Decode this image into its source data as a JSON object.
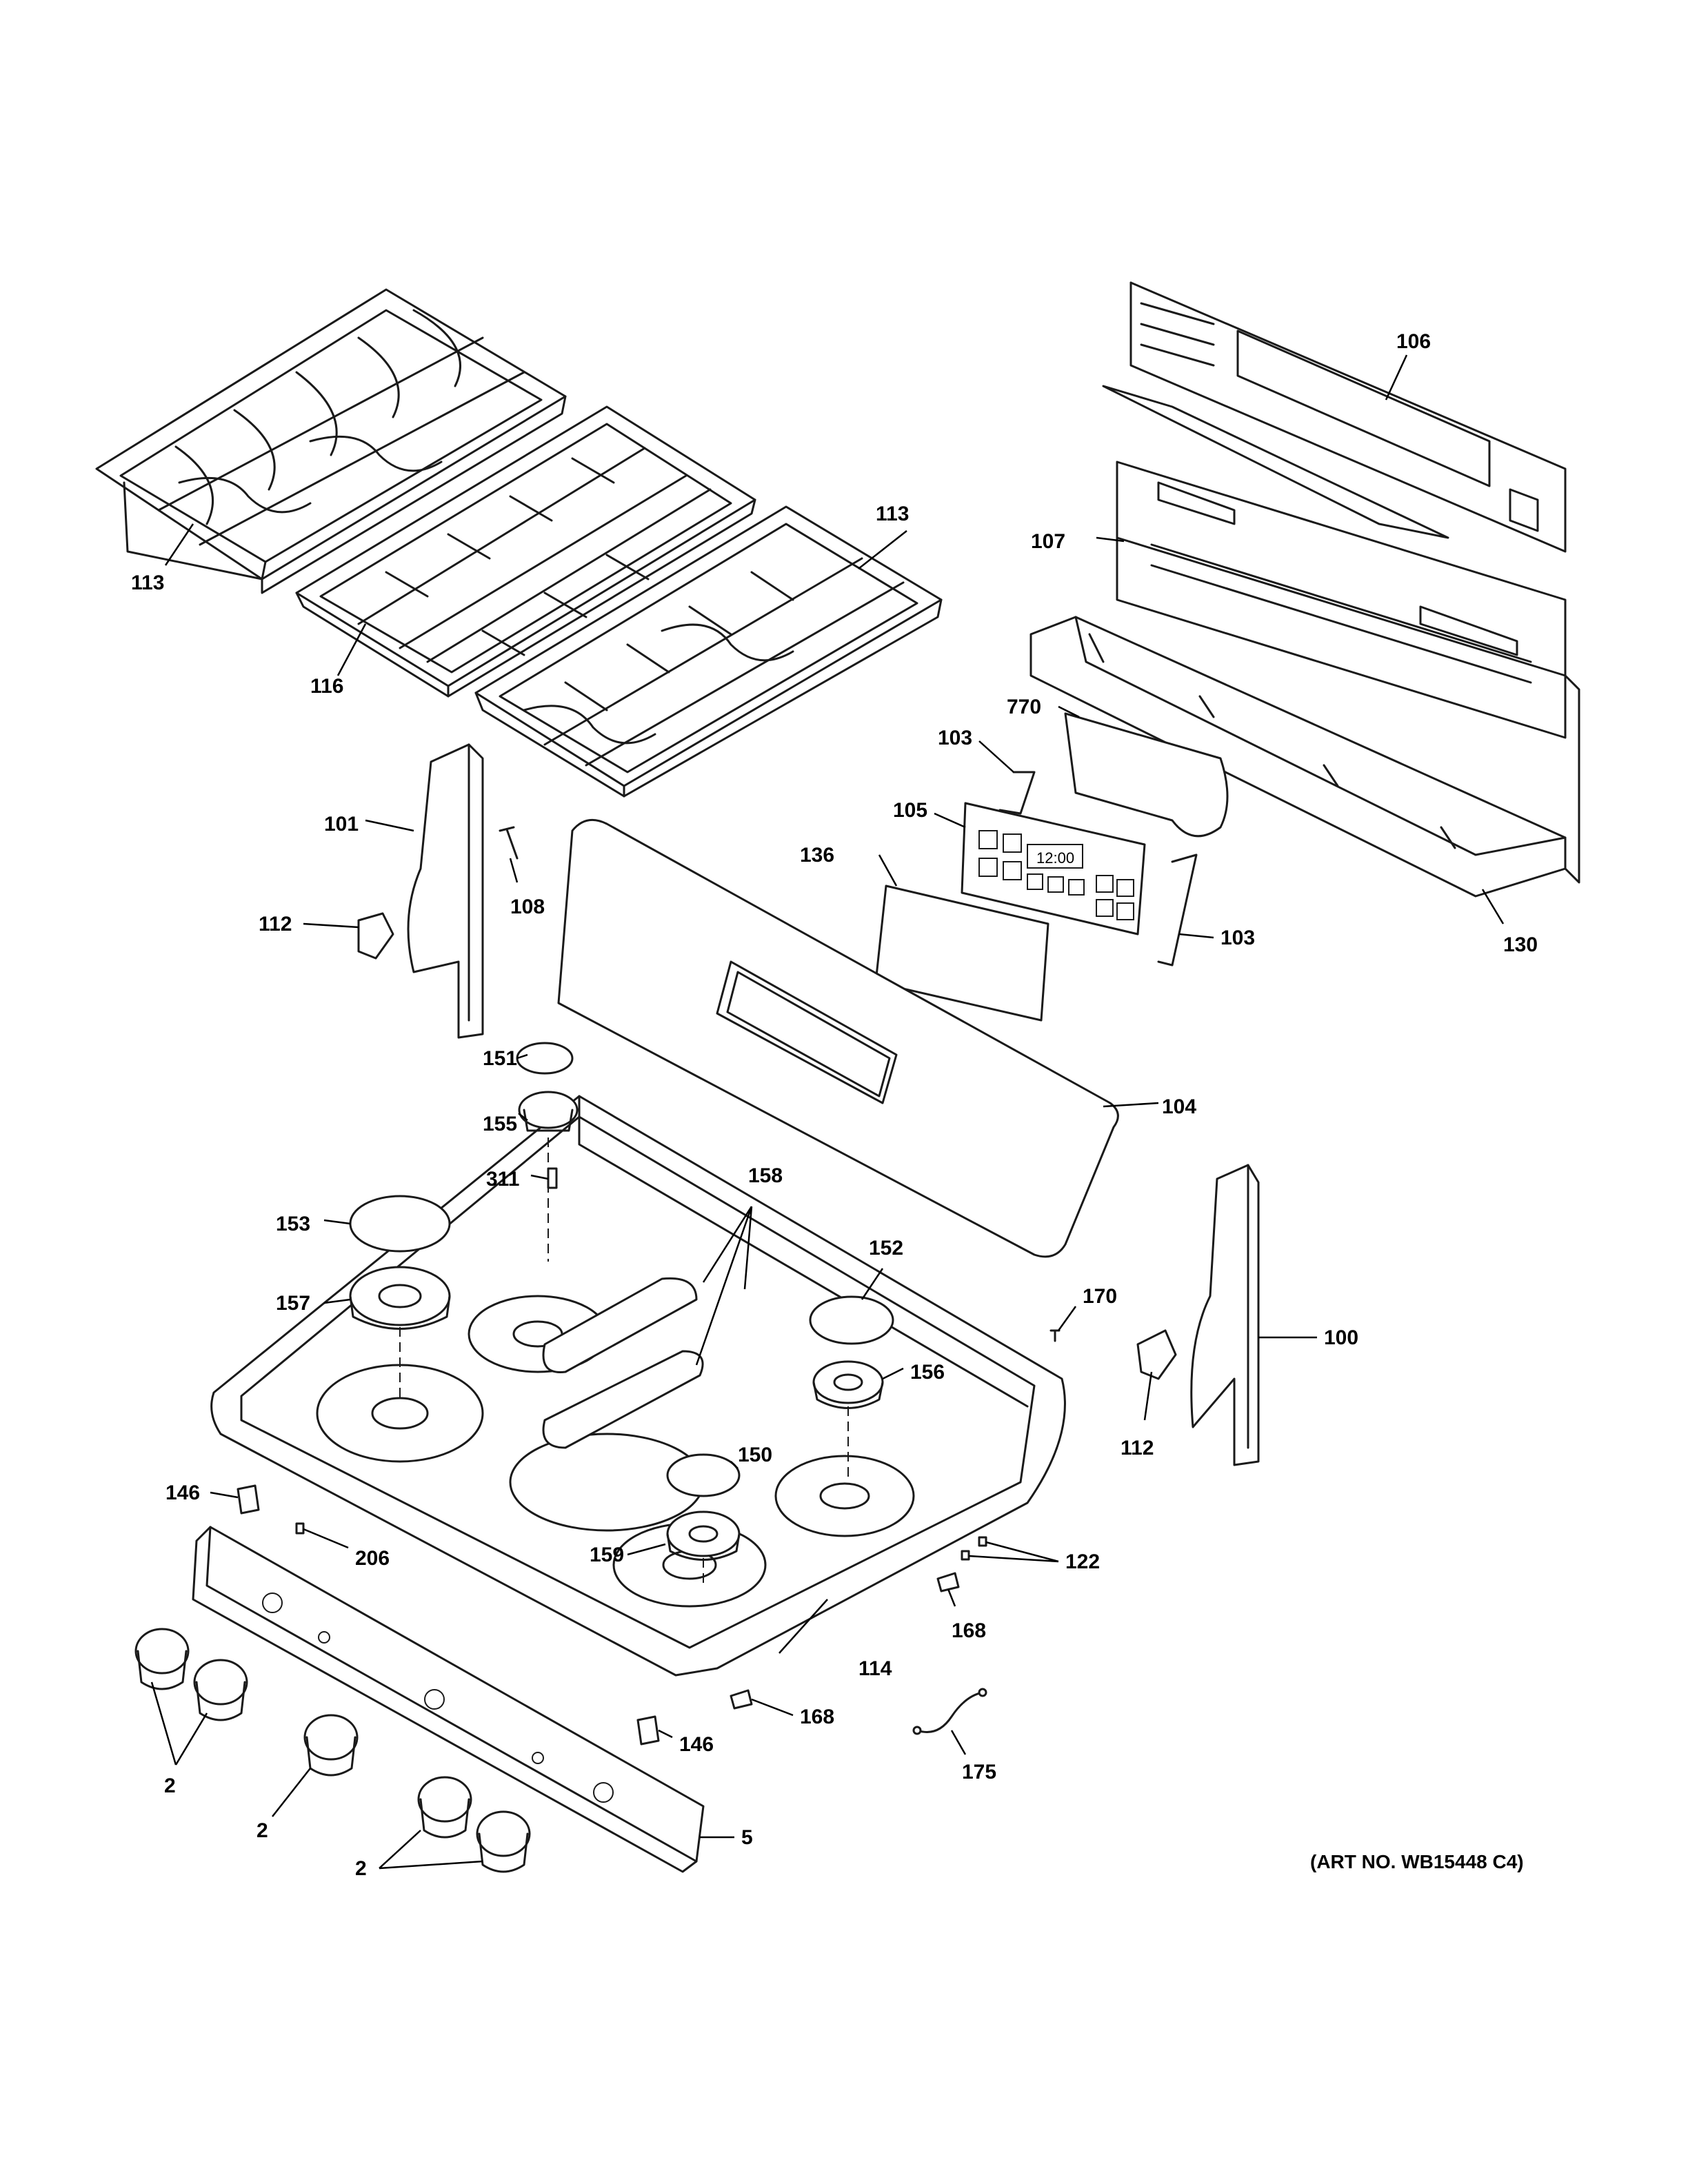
{
  "diagram": {
    "art_number": "(ART NO. WB15448 C4)",
    "clock_display": "12:00",
    "callouts": {
      "c113a": "113",
      "c113b": "113",
      "c116": "116",
      "c106": "106",
      "c107": "107",
      "c770": "770",
      "c103a": "103",
      "c103b": "103",
      "c105": "105",
      "c136": "136",
      "c130": "130",
      "c101": "101",
      "c108": "108",
      "c112a": "112",
      "c112b": "112",
      "c104": "104",
      "c151": "151",
      "c155": "155",
      "c311": "311",
      "c158": "158",
      "c153": "153",
      "c152": "152",
      "c170": "170",
      "c157": "157",
      "c100": "100",
      "c156": "156",
      "c150": "150",
      "c146a": "146",
      "c146b": "146",
      "c206": "206",
      "c159": "159",
      "c122": "122",
      "c168a": "168",
      "c168b": "168",
      "c114": "114",
      "c175": "175",
      "c2a": "2",
      "c2b": "2",
      "c2c": "2",
      "c5": "5"
    }
  }
}
